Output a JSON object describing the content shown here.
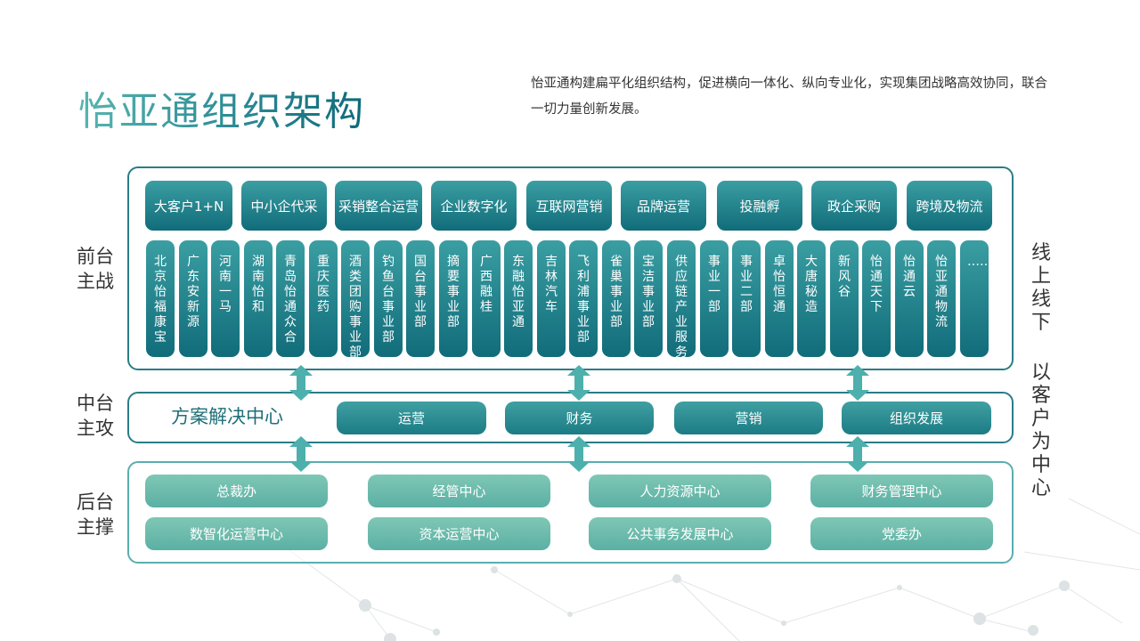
{
  "page": {
    "title": "怡亚通组织架构",
    "subtitle": "怡亚通构建扁平化组织结构，促进横向一体化、纵向专业化，实现集团战略高效协同，联合一切力量创新发展。"
  },
  "left_labels": {
    "front": [
      "前台",
      "主战"
    ],
    "middle": [
      "中台",
      "主攻"
    ],
    "back": [
      "后台",
      "主撑"
    ]
  },
  "right_label": {
    "line1": "线上线下",
    "line2": "以客户为中心"
  },
  "front": {
    "top_units": [
      "大客户1+N",
      "中小企代采",
      "采销整合运营",
      "企业数字化",
      "互联网营销",
      "品牌运营",
      "投融孵",
      "政企采购",
      "跨境及物流"
    ],
    "vertical_units": [
      "北京怡福康宝",
      "广东安新源",
      "河南一马",
      "湖南怡和",
      "青岛怡通众合",
      "重庆医药",
      "酒类团购事业部",
      "钓鱼台事业部",
      "国台事业部",
      "摘要事业部",
      "广西融桂",
      "东融怡亚通",
      "吉林汽车",
      "飞利浦事业部",
      "雀巢事业部",
      "宝洁事业部",
      "供应链产业服务",
      "事业一部",
      "事业二部",
      "卓怡恒通",
      "大唐秘造",
      "新风谷",
      "怡通天下",
      "怡通云",
      "怡亚通物流",
      "……"
    ]
  },
  "middle": {
    "title": "方案解决中心",
    "units": [
      "运营",
      "财务",
      "营销",
      "组织发展"
    ]
  },
  "back": {
    "row1": [
      "总裁办",
      "经管中心",
      "人力资源中心",
      "财务管理中心"
    ],
    "row2": [
      "数智化运营中心",
      "资本运营中心",
      "公共事务发展中心",
      "党委办"
    ]
  },
  "colors": {
    "primary_dark": "#116c7a",
    "primary_light": "#3a9ea2",
    "back_green": "#6cbcad",
    "arrow": "#4db0ad"
  }
}
